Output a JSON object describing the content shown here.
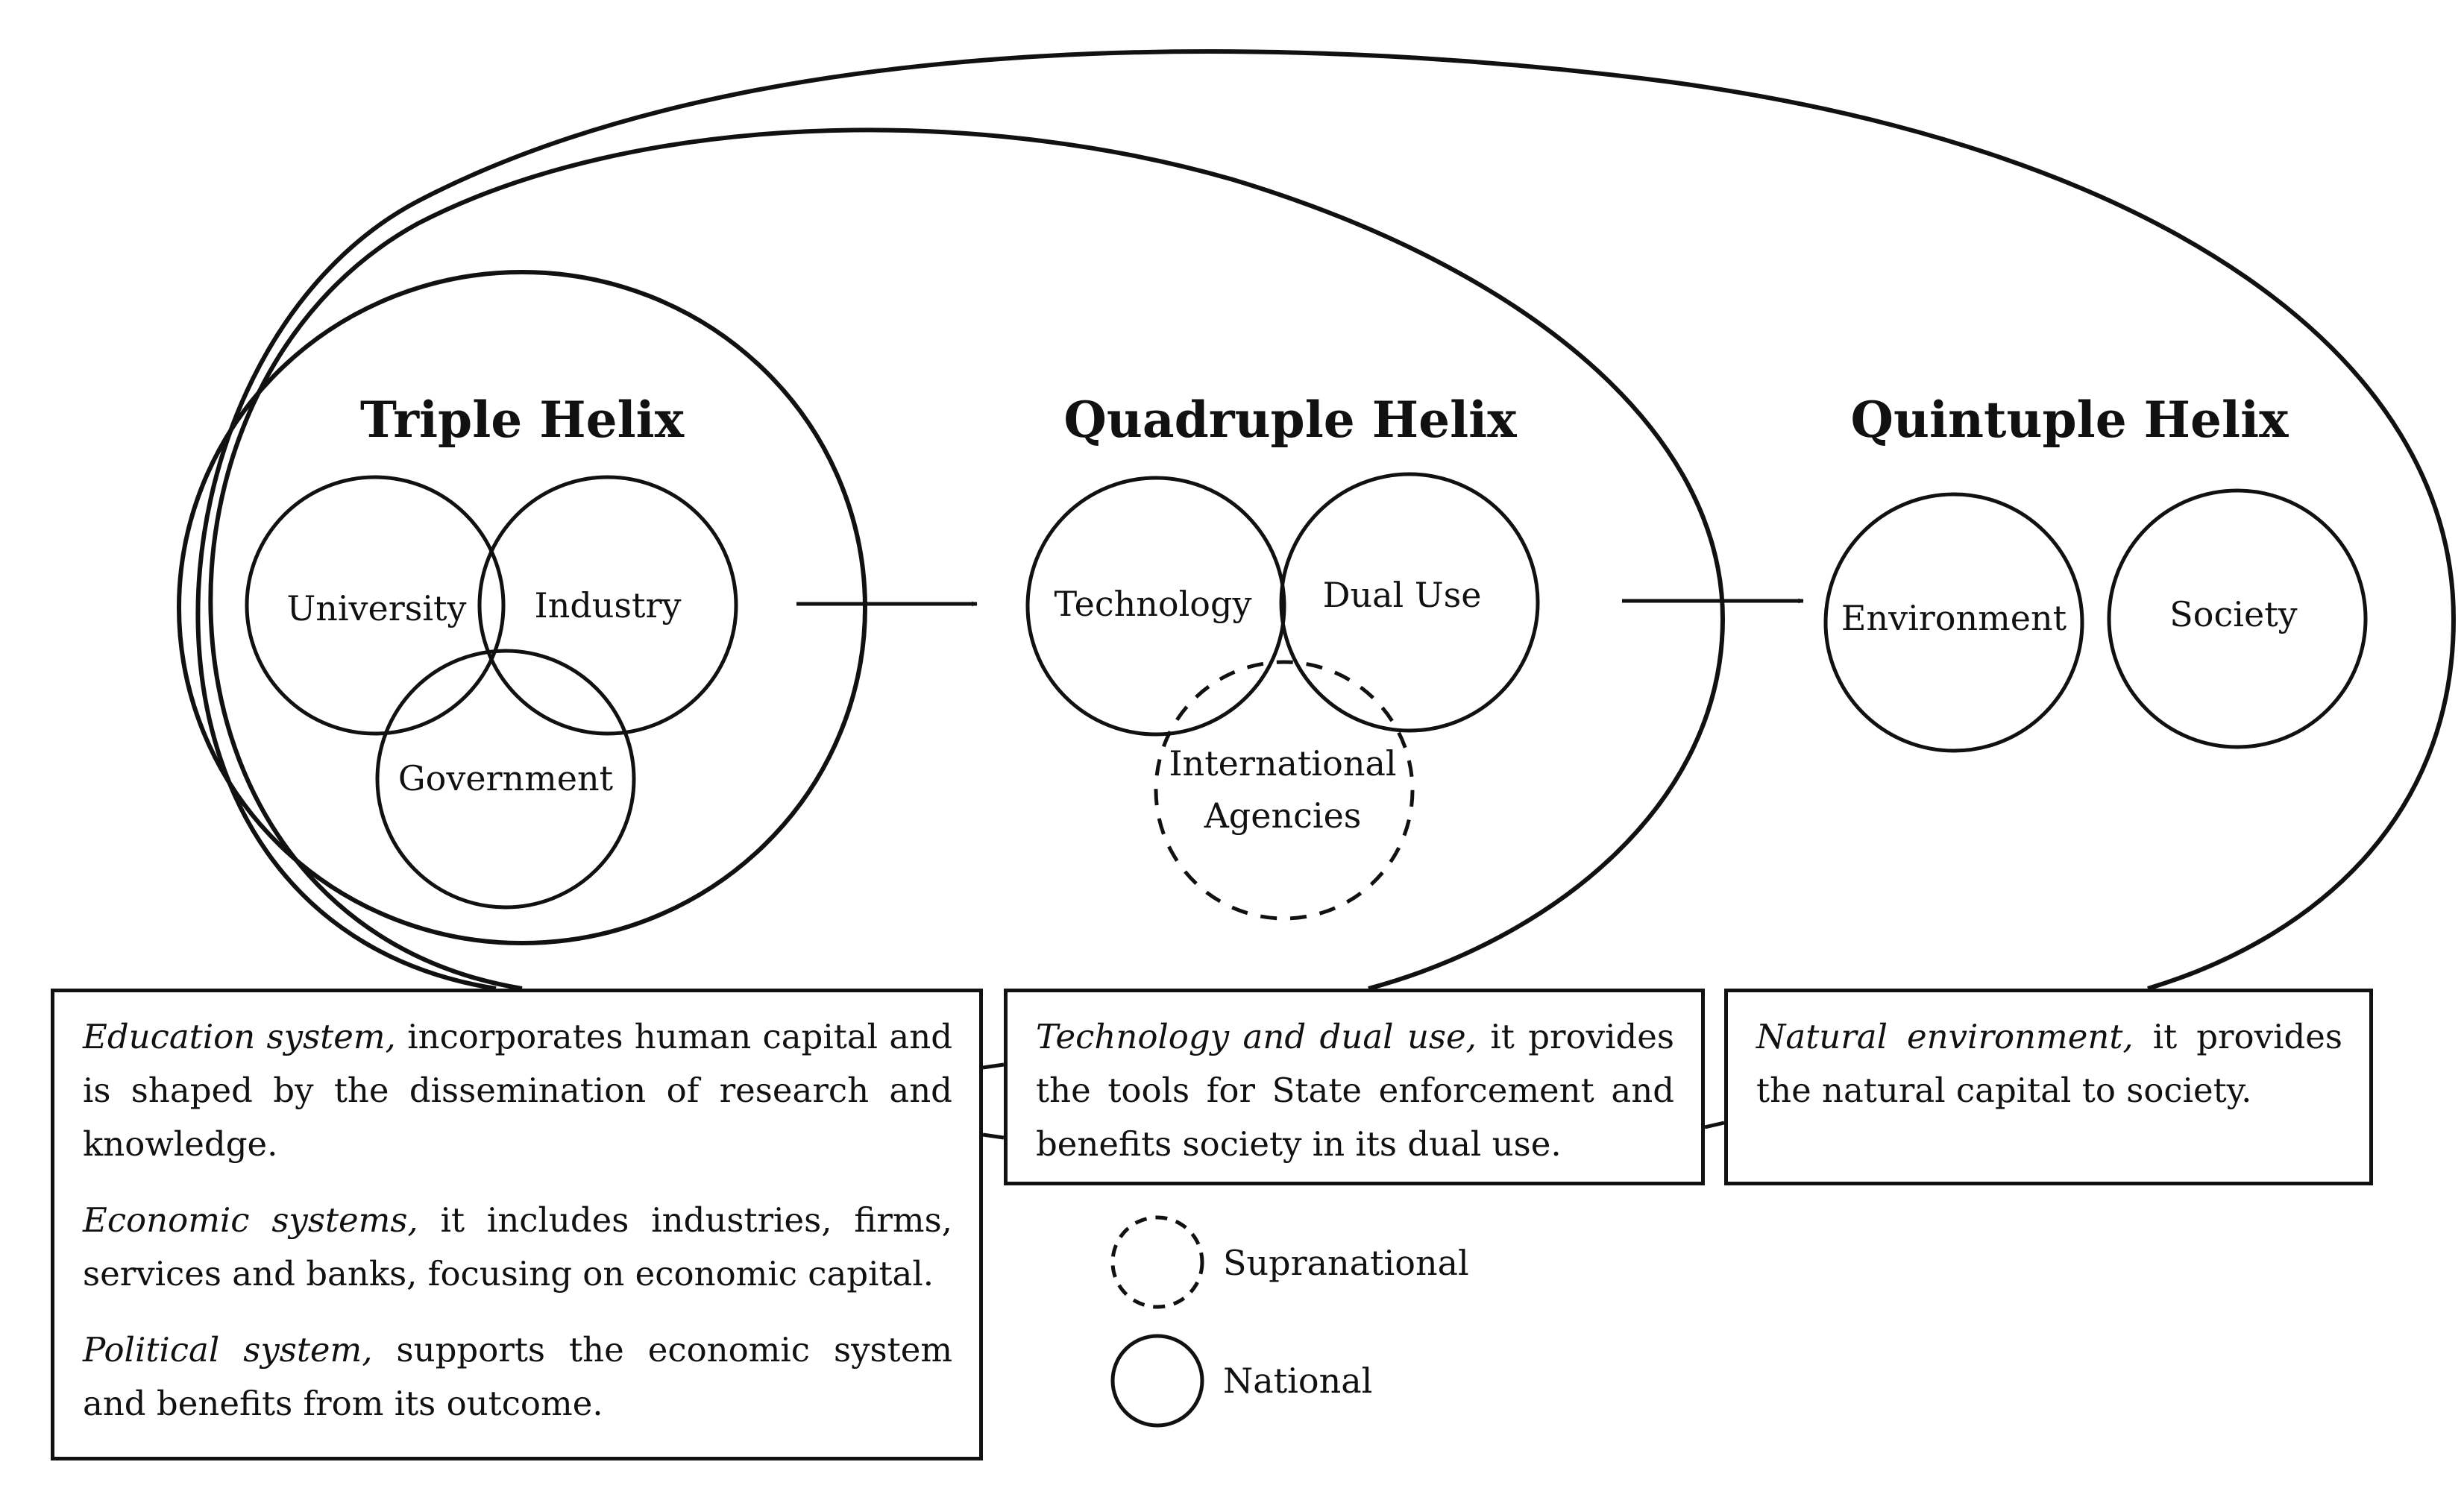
{
  "titles": {
    "triple": "Triple Helix",
    "quadruple": "Quadruple Helix",
    "quintuple": "Quintuple Helix"
  },
  "triple_helix": {
    "university": "University",
    "industry": "Industry",
    "government": "Government"
  },
  "quadruple_helix": {
    "technology": "Technology",
    "dual_use": "Dual Use",
    "international_line1": "International",
    "international_line2": "Agencies"
  },
  "quintuple_helix": {
    "environment": "Environment",
    "society": "Society"
  },
  "boxes": {
    "triple": [
      {
        "term": "Education system,",
        "text": " incorporates human capital and is shaped by the dissemination of research and knowledge."
      },
      {
        "term": "Economic systems,",
        "text": " it includes industries, firms, services and banks, focusing on economic capital."
      },
      {
        "term": "Political system,",
        "text": " supports the economic system and benefits from its outcome."
      }
    ],
    "quadruple": [
      {
        "term": "Technology and dual use,",
        "text": " it provides the tools for State enforcement and benefits society in its dual use."
      }
    ],
    "quintuple": [
      {
        "term": "Natural environment,",
        "text": " it provides the natural capital to society."
      }
    ]
  },
  "legend": {
    "supranational": "Supranational",
    "national": "National"
  },
  "colors": {
    "stroke": "#111111",
    "background": "#ffffff"
  }
}
